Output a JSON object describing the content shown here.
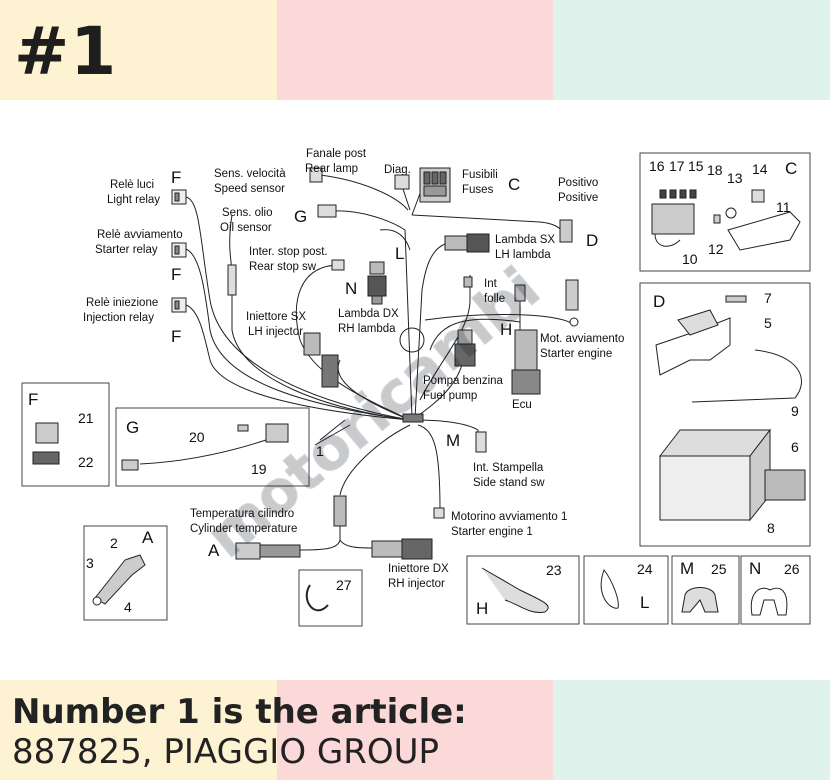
{
  "header": {
    "title": "#1"
  },
  "footer": {
    "line1": "Number 1 is the article:",
    "line2": "887825, PIAGGIO GROUP"
  },
  "watermark": "motoricambi",
  "labels": {
    "rele_luci_1": "Relè luci",
    "rele_luci_2": "Light relay",
    "rele_avv_1": "Relè avviamento",
    "rele_avv_2": "Starter relay",
    "rele_inj_1": "Relè iniezione",
    "rele_inj_2": "Injection relay",
    "sens_vel_1": "Sens. velocità",
    "sens_vel_2": "Speed sensor",
    "sens_olio_1": "Sens. olio",
    "sens_olio_2": "Oil sensor",
    "fanale_1": "Fanale post",
    "fanale_2": "Rear lamp",
    "diag": "Diag.",
    "fusibili_1": "Fusibili",
    "fusibili_2": "Fuses",
    "positivo_1": "Positivo",
    "positivo_2": "Positive",
    "inter_stop_1": "Inter. stop post.",
    "inter_stop_2": "Rear stop sw",
    "lambda_sx_1": "Lambda SX",
    "lambda_sx_2": "LH lambda",
    "int_folle_1": "Int",
    "int_folle_2": "folle",
    "lambda_dx_1": "Lambda DX",
    "lambda_dx_2": "RH lambda",
    "iniettore_sx_1": "Iniettore SX",
    "iniettore_sx_2": "LH injector",
    "mot_avv_1": "Mot. avviamento",
    "mot_avv_2": "Starter engine",
    "pompa_1": "Pompa benzina",
    "pompa_2": "Fuel pump",
    "ecu": "Ecu",
    "int_stampella_1": "Int. Stampella",
    "int_stampella_2": "Side stand sw",
    "motorino_1": "Motorino avviamento 1",
    "motorino_2": "Starter engine 1",
    "temp_1": "Temperatura cilindro",
    "temp_2": "Cylinder temperature",
    "iniettore_dx_1": "Iniettore DX",
    "iniettore_dx_2": "RH injector"
  },
  "letters": {
    "F": "F",
    "G": "G",
    "C": "C",
    "D": "D",
    "L": "L",
    "N": "N",
    "H": "H",
    "M": "M",
    "A": "A"
  },
  "numbers": {
    "n1": "1",
    "n2": "2",
    "n3": "3",
    "n4": "4",
    "n5": "5",
    "n6": "6",
    "n7": "7",
    "n8": "8",
    "n9": "9",
    "n10": "10",
    "n11": "11",
    "n12": "12",
    "n13": "13",
    "n14": "14",
    "n15": "15",
    "n16": "16",
    "n17": "17",
    "n18": "18",
    "n19": "19",
    "n20": "20",
    "n21": "21",
    "n22": "22",
    "n23": "23",
    "n24": "24",
    "n25": "25",
    "n26": "26",
    "n27": "27"
  },
  "colors": {
    "band_yellow": "#fdf3d2",
    "band_pink": "#fcd9d9",
    "band_mint": "#dff3ec",
    "line": "#222222"
  }
}
